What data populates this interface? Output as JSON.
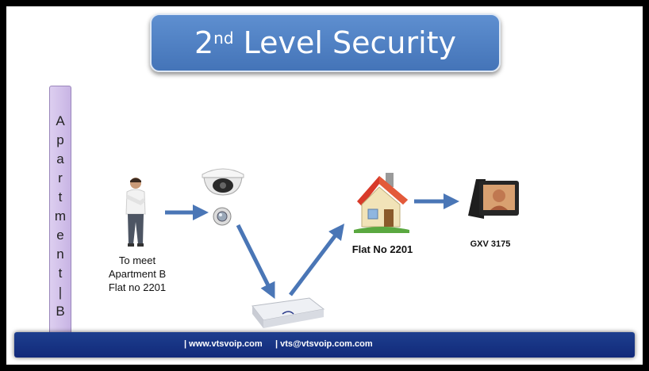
{
  "title": {
    "main": "2",
    "sup": "nd",
    "rest": " Level Security"
  },
  "apartment_bar": {
    "letters": [
      "A",
      "p",
      "a",
      "r",
      "t",
      "m",
      "e",
      "n",
      "t",
      "|",
      "B"
    ]
  },
  "visitor_label": {
    "line1": "To meet",
    "line2": "Apartment B",
    "line3": "Flat no 2201"
  },
  "flat_label": "Flat No 2201",
  "phone_label": "GXV 3175",
  "footer": {
    "website": "| www.vtsvoip.com",
    "email": "| vts@vtsvoip.com.com"
  },
  "icons": [
    "person-icon",
    "dome-camera-icon",
    "call-button-icon",
    "server-icon",
    "house-icon",
    "video-phone-icon"
  ],
  "colors": {
    "title_bg": "#4f80c2",
    "arrow": "#4a76b6",
    "footer_bg": "#17358a",
    "apartment_bar": "#d3c2ea"
  }
}
